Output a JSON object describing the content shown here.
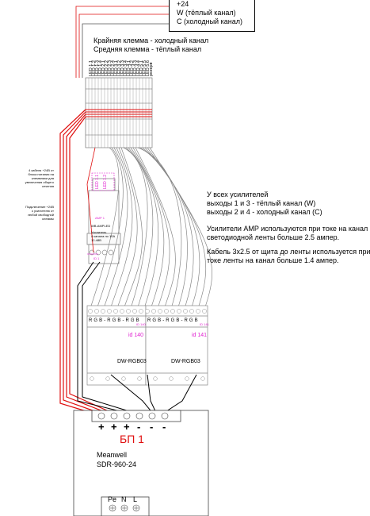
{
  "top_box": {
    "line1": "+24",
    "line2": "W (тёплый канал)",
    "line3": "C (холодный канал)"
  },
  "terminal_notes": {
    "line1": "Крайняя клемма - холодный канал",
    "line2": "Средняя клемма - тёплый канал"
  },
  "terminal_labels": [
    "LED 1.1",
    "LED 1.2",
    "LED 1.3",
    "LED 1.4",
    "LED 2.1",
    "LED 2.2",
    "LED 2.3",
    "LED 2.4",
    "LED 3.1",
    "LED 3.2",
    "LED 3.3",
    "LED 3.4",
    "LED 4.1",
    "LED 4.2",
    "LED 4.3",
    "LED 4.4",
    "LED 5.1",
    "LED 5.5",
    "LED 5.6",
    "резерв"
  ],
  "left_notes": {
    "cables": [
      "4 кабеля +24В от",
      "блока питания на",
      "клеммники для",
      "увеличения общего",
      "сечения"
    ],
    "jumper": [
      "Подключение +24В",
      "к усилителю от",
      "любой свободной",
      "клеммы"
    ]
  },
  "amp": {
    "label": "AMP 1",
    "model": "WB-AMPLED",
    "desc": [
      "Усилитель",
      "4 канала по 10А",
      "12-48В"
    ],
    "link_label": "ID 1",
    "top_labels": [
      "LED 1.1",
      "LED 1.2"
    ]
  },
  "rgb_modules": [
    {
      "id_label": "id 140",
      "model": "DW-RGB03",
      "terminals": "R G B - R G B - R G B",
      "small_top": "ID 140"
    },
    {
      "id_label": "id 141",
      "model": "DW-RGB03",
      "terminals": "R G B - R G B - R G B",
      "small_top": "ID 141"
    }
  ],
  "info_notes": {
    "block1": [
      "У всех усилителей",
      "выходы 1 и 3 - тёплый канал (W)",
      "выходы 2 и 4 - холодный канал (C)"
    ],
    "block2": [
      "Усилители AMP используются при токе на канал",
      "светодиодной ленты больше 2.5 ампер."
    ],
    "block3": [
      "Кабель 3х2.5 от щита до ленты используется при",
      "токе ленты на канал больше 1.4 ампер."
    ]
  },
  "psu": {
    "signs": [
      "+",
      "+",
      "+",
      "-",
      "-",
      "-"
    ],
    "title": "БП 1",
    "brand": "Meanwell",
    "model": "SDR-960-24",
    "ac_labels": [
      "Pe",
      "N",
      "L"
    ]
  },
  "colors": {
    "red_wire": "#e01010",
    "black_wire": "#000000",
    "gray_wire": "#777777",
    "highlight": "#e020d0"
  }
}
